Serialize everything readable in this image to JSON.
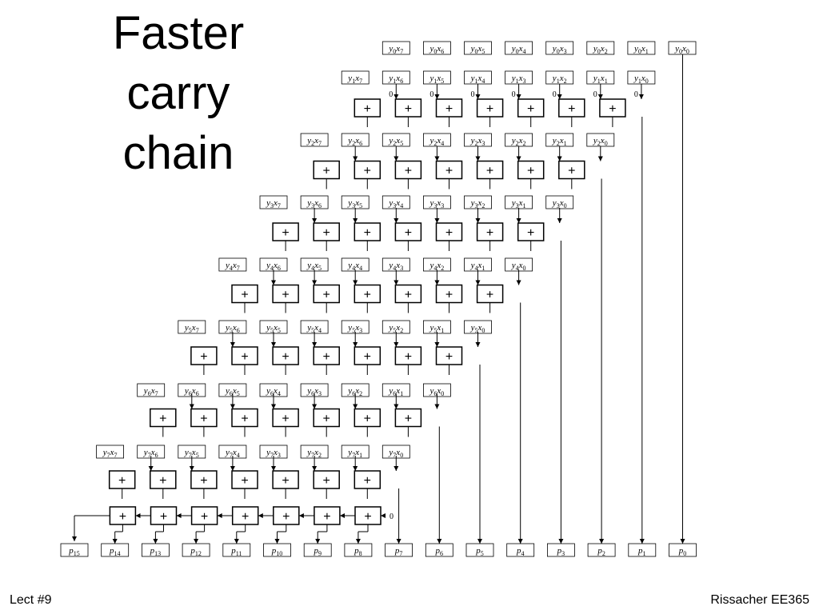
{
  "slide": {
    "title_lines": [
      "Faster",
      "carry",
      "chain"
    ],
    "footer_left": "Lect #9",
    "footer_right": "Rissacher EE365"
  },
  "diagram": {
    "operator_symbol": "+",
    "carry_in_value": "0",
    "bits": 8,
    "product_label_prefix": "p",
    "partial_product_labels": {
      "y": "y",
      "x": "x"
    },
    "outputs": [
      "p15",
      "p14",
      "p13",
      "p12",
      "p11",
      "p10",
      "p9",
      "p8",
      "p7",
      "p6",
      "p5",
      "p4",
      "p3",
      "p2",
      "p1",
      "p0"
    ]
  }
}
